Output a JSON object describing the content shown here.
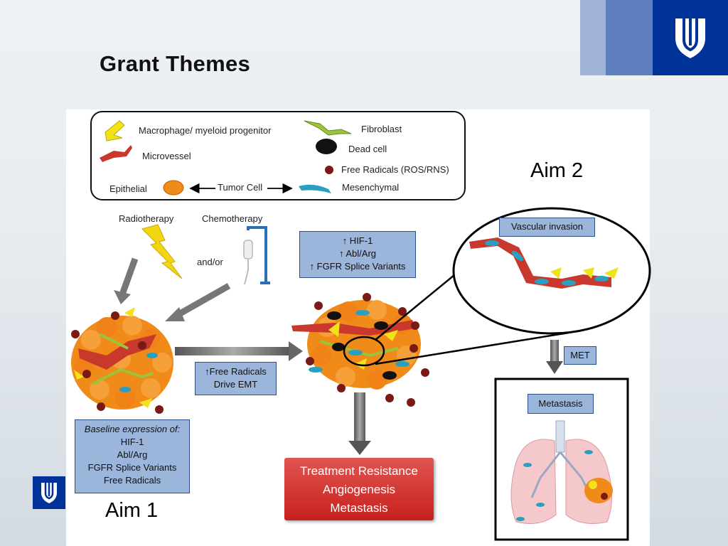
{
  "slide": {
    "title": "Grant Themes"
  },
  "legend": {
    "macrophage": "Macrophage/ myeloid progenitor",
    "fibroblast": "Fibroblast",
    "microvessel": "Microvessel",
    "dead_cell": "Dead cell",
    "free_radicals": "Free Radicals (ROS/RNS)",
    "epithelial": "Epithelial",
    "tumor_cell": "Tumor Cell",
    "mesenchymal": "Mesenchymal"
  },
  "treatments": {
    "radiotherapy": "Radiotherapy",
    "chemotherapy": "Chemotherapy",
    "and_or": "and/or"
  },
  "boxes": {
    "upregulated": [
      "↑ HIF-1",
      "↑ Abl/Arg",
      "↑ FGFR Splice Variants"
    ],
    "free_radicals_emt": [
      "↑Free Radicals",
      "Drive EMT"
    ],
    "baseline_title": "Baseline expression of:",
    "baseline_items": [
      "HIF-1",
      "Abl/Arg",
      "FGFR Splice Variants",
      "Free Radicals"
    ],
    "vascular_invasion": "Vascular invasion",
    "met": "MET",
    "metastasis": "Metastasis"
  },
  "outcomes": [
    "Treatment Resistance",
    "Angiogenesis",
    "Metastasis"
  ],
  "aims": {
    "aim1": "Aim 1",
    "aim2": "Aim 2"
  },
  "colors": {
    "accent_dark_blue": "#00339a",
    "box_blue": "#9bb5db",
    "outcome_red": "#c8201c"
  }
}
